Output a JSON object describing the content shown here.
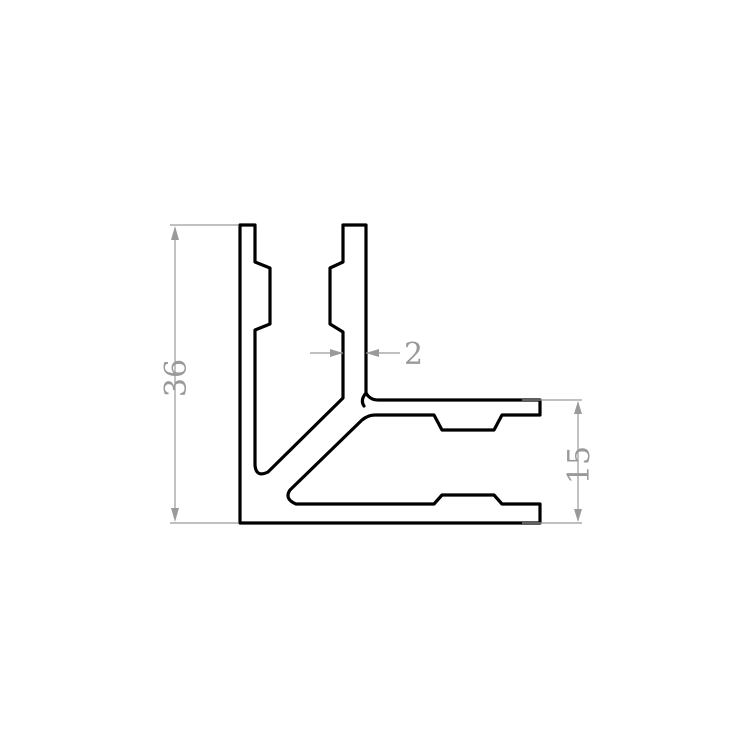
{
  "drawing": {
    "subject": "corner-connector-profile",
    "dimensions": {
      "height": "36",
      "slot_height": "15",
      "wall_thickness": "2"
    },
    "colors": {
      "profile": "#000000",
      "dimension": "#9a9a9a",
      "background": "#ffffff"
    }
  }
}
